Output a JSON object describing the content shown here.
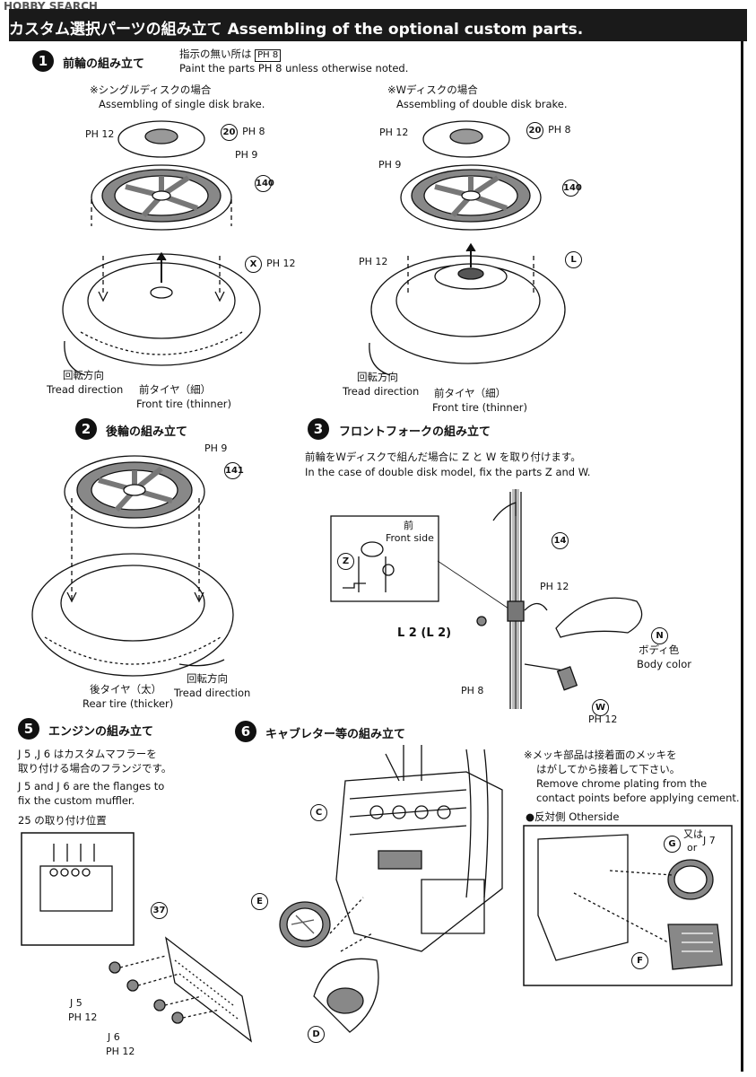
{
  "watermark": "HOBBY SEARCH",
  "header": {
    "title": "カスタム選択パーツの組み立て Assembling of the optional custom parts."
  },
  "step1": {
    "number": "1",
    "title": "前輪の組み立て",
    "note_jp": "指示の無い所は",
    "note_jp_paint": "PH 8",
    "note_en": "Paint the parts PH 8 unless otherwise noted.",
    "single": {
      "caption_jp": "※シングルディスクの場合",
      "caption_en": "Assembling of single disk brake.",
      "label_ph12": "PH 12",
      "label_20": "20",
      "label_20_ph": "PH 8",
      "label_ph9": "PH 9",
      "label_140": "140",
      "label_x": "X",
      "label_x_ph": "PH 12",
      "tread_jp": "回転方向",
      "tread_en": "Tread direction",
      "tire_jp": "前タイヤ（細）",
      "tire_en": "Front tire (thinner)"
    },
    "double": {
      "caption_jp": "※Wディスクの場合",
      "caption_en": "Assembling of double disk brake.",
      "label_ph12": "PH 12",
      "label_20": "20",
      "label_20_ph": "PH 8",
      "label_ph9": "PH 9",
      "label_140": "140",
      "label_ph12b": "PH 12",
      "label_l": "L",
      "tread_jp": "回転方向",
      "tread_en": "Tread direction",
      "tire_jp": "前タイヤ（細）",
      "tire_en": "Front tire (thinner)"
    }
  },
  "step2": {
    "number": "2",
    "title": "後輪の組み立て",
    "label_ph9": "PH 9",
    "label_141": "141",
    "tire_jp": "後タイヤ（太）",
    "tire_en": "Rear tire (thicker)",
    "tread_jp": "回転方向",
    "tread_en": "Tread direction"
  },
  "step3": {
    "number": "3",
    "title": "フロントフォークの組み立て",
    "note_jp": "前輪をWディスクで組んだ場合に Z と W を取り付けます。",
    "note_en": "In the case of double disk model, fix the parts Z and W.",
    "front_jp": "前",
    "front_en": "Front side",
    "label_z": "Z",
    "label_14": "14",
    "label_ph12": "PH 12",
    "label_l2": "L 2 (L 2)",
    "label_n": "N",
    "body_jp": "ボディ色",
    "body_en": "Body color",
    "label_ph8": "PH 8",
    "label_w": "W",
    "label_w_ph": "PH 12"
  },
  "step5": {
    "number": "5",
    "title": "エンジンの組み立て",
    "note_jp1": "J 5 ,J 6 はカスタムマフラーを",
    "note_jp2": "取り付ける場合のフランジです。",
    "note_en1": "J 5 and J 6 are the flanges to",
    "note_en2": "fix the custom muffler.",
    "pos_label": "25 の取り付け位置",
    "label_37": "37",
    "label_j5": "J 5",
    "label_j5_ph": "PH 12",
    "label_j6": "J 6",
    "label_j6_ph": "PH 12"
  },
  "step6": {
    "number": "6",
    "title": "キャブレター等の組み立て",
    "note_jp1": "※メッキ部品は接着面のメッキを",
    "note_jp2": "はがしてから接着して下さい。",
    "note_en1": "Remove chrome plating from the",
    "note_en2": "contact points before applying cement.",
    "otherside": "●反対側 Otherside",
    "label_c": "C",
    "label_e": "E",
    "label_d": "D",
    "label_g": "G",
    "label_or_jp": "又は",
    "label_or_en": "or",
    "label_j7": "J 7",
    "label_f": "F"
  }
}
